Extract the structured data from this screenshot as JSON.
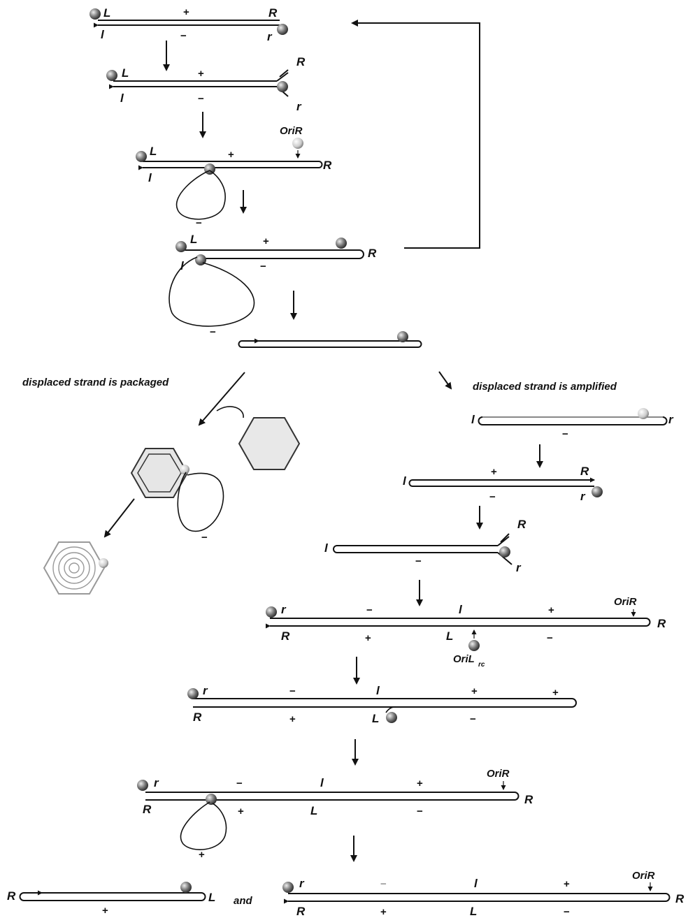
{
  "labels": {
    "L": "L",
    "R": "R",
    "l": "l",
    "r": "r",
    "plus": "+",
    "minus": "−",
    "oriR": "OriR",
    "oriL": "OriL",
    "oriL_sub": "rc",
    "and": "and"
  },
  "captions": {
    "packaged": "displaced strand is packaged",
    "amplified": "displaced strand is amplified"
  },
  "colors": {
    "strand": "#111111",
    "bead_dark": "#555555",
    "bead_light": "#dddddd",
    "capsid_fill": "#e8e8e8",
    "capsid_edge": "#333333",
    "faded": "#999999"
  }
}
